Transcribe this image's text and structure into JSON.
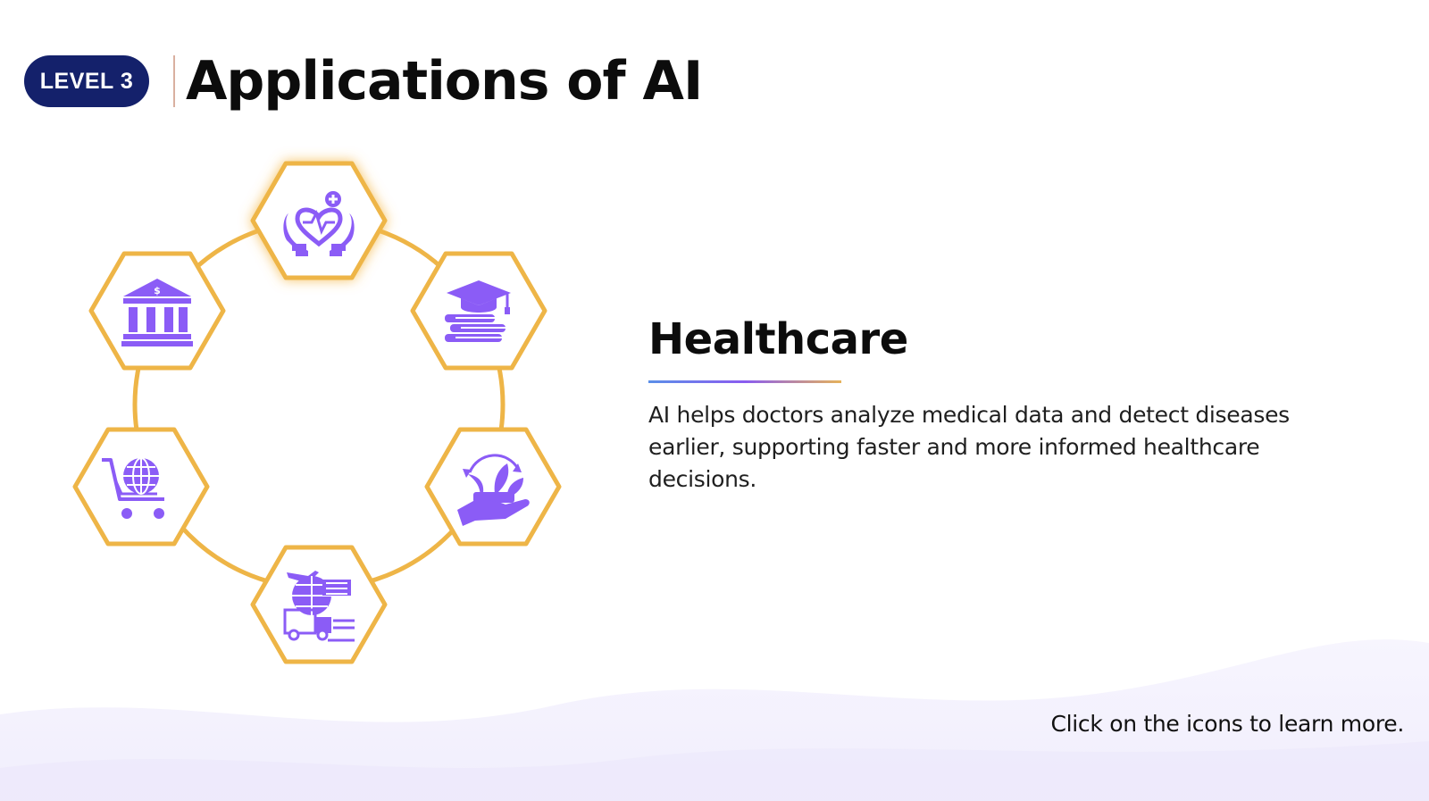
{
  "header": {
    "level_label": "LEVEL 3",
    "title": "Applications of AI"
  },
  "wheel": {
    "accent_color": "#eeb547",
    "icon_color": "#8b5cf6",
    "selected": "healthcare",
    "items": [
      {
        "id": "healthcare",
        "icon": "healthcare-hands-heart-icon"
      },
      {
        "id": "education",
        "icon": "graduation-cap-books-icon"
      },
      {
        "id": "agriculture",
        "icon": "hand-plant-icon"
      },
      {
        "id": "logistics",
        "icon": "shipping-logistics-icon"
      },
      {
        "id": "ecommerce",
        "icon": "shopping-cart-globe-icon"
      },
      {
        "id": "banking",
        "icon": "bank-icon"
      }
    ]
  },
  "info": {
    "title": "Healthcare",
    "description": "AI helps doctors analyze medical data and detect diseases earlier, supporting faster and more informed healthcare decisions."
  },
  "hint": "Click on the icons to learn more."
}
